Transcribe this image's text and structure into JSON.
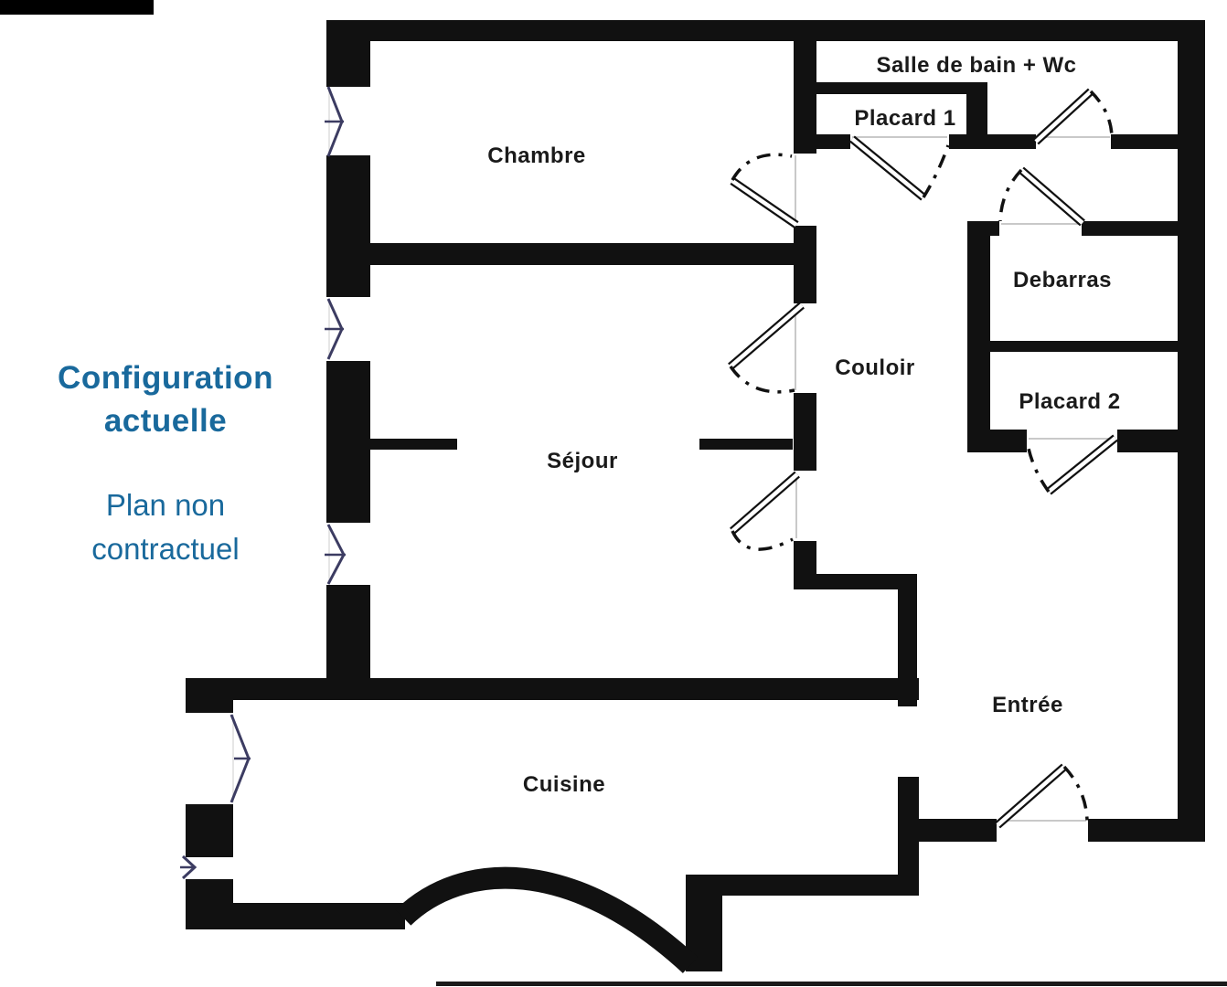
{
  "side_panel": {
    "title_line1": "Configuration",
    "title_line2": "actuelle",
    "subtitle_line1": "Plan non",
    "subtitle_line2": "contractuel",
    "title_color": "#19699c"
  },
  "floorplan": {
    "wall_color": "#111111",
    "window_symbol_color": "#3c3c62",
    "rooms": [
      {
        "id": "chambre",
        "label": "Chambre"
      },
      {
        "id": "salle-de-bain",
        "label": "Salle de bain + Wc"
      },
      {
        "id": "placard-1",
        "label": "Placard 1"
      },
      {
        "id": "debarras",
        "label": "Debarras"
      },
      {
        "id": "couloir",
        "label": "Couloir"
      },
      {
        "id": "placard-2",
        "label": "Placard 2"
      },
      {
        "id": "sejour",
        "label": "Séjour"
      },
      {
        "id": "cuisine",
        "label": "Cuisine"
      },
      {
        "id": "entree",
        "label": "Entrée"
      }
    ],
    "doors": [
      "chambre",
      "sejour-upper",
      "sejour-lower",
      "placard-1",
      "salle-de-bain",
      "debarras",
      "placard-2",
      "entree-front-door"
    ],
    "windows": [
      "chambre-left",
      "sejour-left-upper",
      "sejour-left-lower",
      "cuisine-left-large",
      "cuisine-left-small"
    ],
    "archway": "cuisine-arched-opening"
  }
}
